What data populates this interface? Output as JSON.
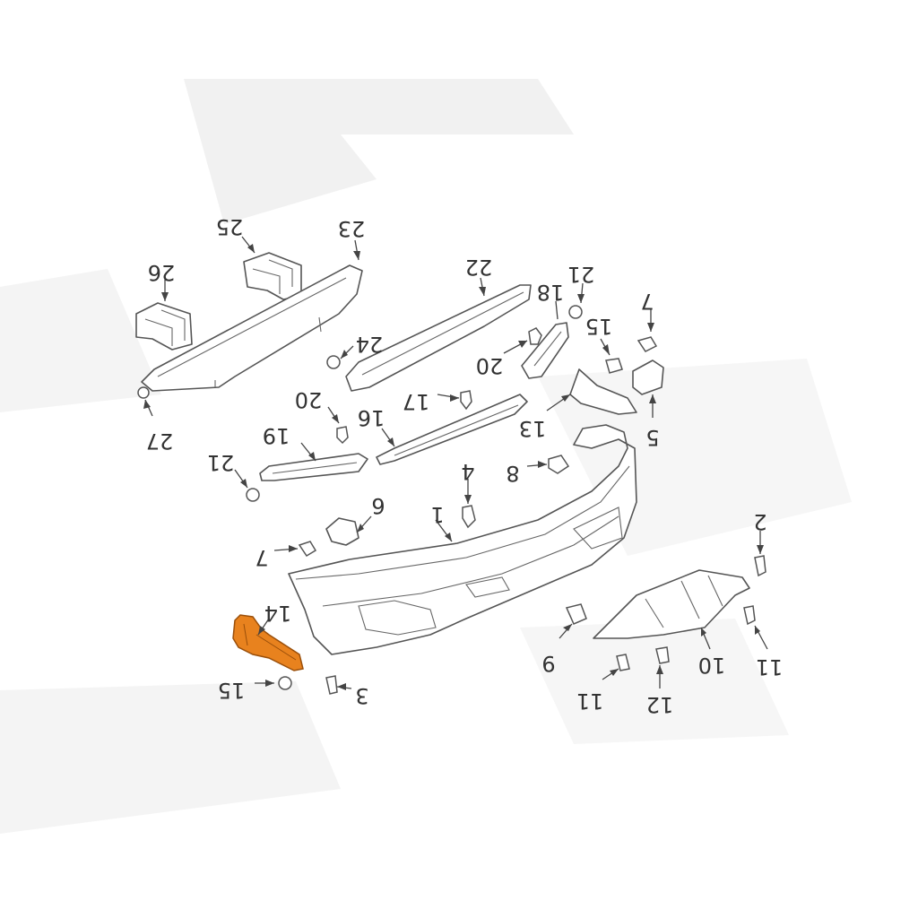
{
  "diagram": {
    "highlight_color": "#e8821e",
    "line_color": "#555555",
    "watermark_color": "#e6e6e6",
    "callouts": [
      {
        "id": "c25",
        "label": "25"
      },
      {
        "id": "c23",
        "label": "23"
      },
      {
        "id": "c26",
        "label": "26"
      },
      {
        "id": "c22",
        "label": "22"
      },
      {
        "id": "c21a",
        "label": "21"
      },
      {
        "id": "c18",
        "label": "18"
      },
      {
        "id": "c7a",
        "label": "7"
      },
      {
        "id": "c15a",
        "label": "15"
      },
      {
        "id": "c24",
        "label": "24"
      },
      {
        "id": "c20a",
        "label": "20"
      },
      {
        "id": "c20b",
        "label": "20"
      },
      {
        "id": "c17",
        "label": "17"
      },
      {
        "id": "c16",
        "label": "16"
      },
      {
        "id": "c13",
        "label": "13"
      },
      {
        "id": "c5",
        "label": "5"
      },
      {
        "id": "c27",
        "label": "27"
      },
      {
        "id": "c19",
        "label": "19"
      },
      {
        "id": "c21b",
        "label": "21"
      },
      {
        "id": "c4",
        "label": "4"
      },
      {
        "id": "c8",
        "label": "8"
      },
      {
        "id": "c6",
        "label": "6"
      },
      {
        "id": "c1",
        "label": "1"
      },
      {
        "id": "c2",
        "label": "2"
      },
      {
        "id": "c7b",
        "label": "7"
      },
      {
        "id": "c14",
        "label": "14"
      },
      {
        "id": "c9",
        "label": "9"
      },
      {
        "id": "c10",
        "label": "10"
      },
      {
        "id": "c11a",
        "label": "11"
      },
      {
        "id": "c11b",
        "label": "11"
      },
      {
        "id": "c12",
        "label": "12"
      },
      {
        "id": "c15b",
        "label": "15"
      },
      {
        "id": "c3",
        "label": "3"
      }
    ]
  }
}
